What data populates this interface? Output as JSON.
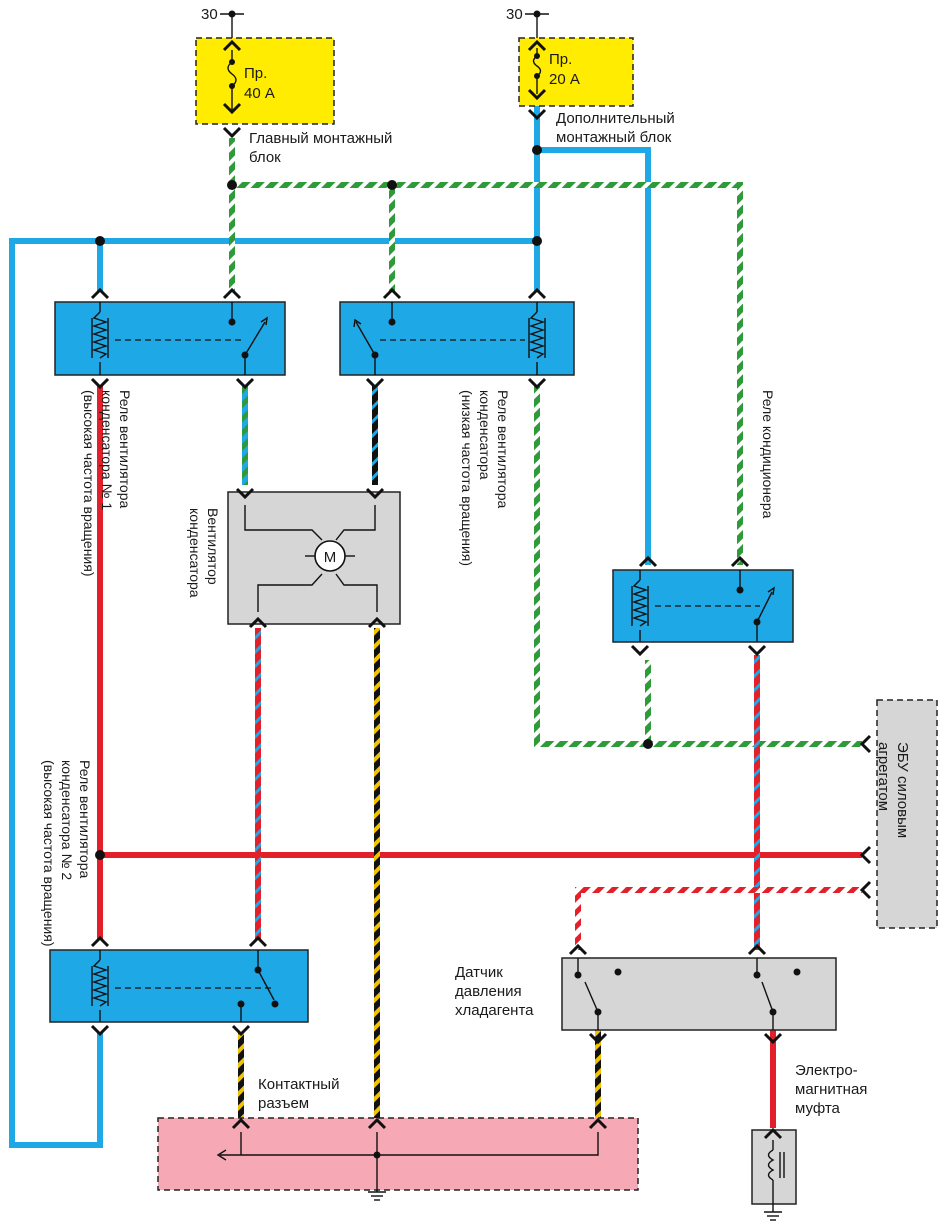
{
  "colors": {
    "blue": "#1ea8e6",
    "green": "#2e9a3a",
    "red": "#e3202a",
    "black": "#111111",
    "yellow": "#f2c400",
    "white": "#ffffff",
    "pink": "#f6a9b4",
    "gray": "#d6d6d6",
    "fuse_yellow": "#ffec00"
  },
  "supply": {
    "left_terminal": "30",
    "right_terminal": "30"
  },
  "fuses": {
    "main": {
      "line1": "Пр.",
      "line2": "40 А"
    },
    "aux": {
      "line1": "Пр.",
      "line2": "20 А"
    }
  },
  "blocks": {
    "main_line1": "Главный монтажный",
    "main_line2": "блок",
    "aux_line1": "Дополнительный",
    "aux_line2": "монтажный блок"
  },
  "relays": {
    "fan1_line1": "Реле вентилятора",
    "fan1_line2": "конденсатора № 1",
    "fan1_line3": "(высокая частота вращения)",
    "fan2_line1": "Реле вентилятора",
    "fan2_line2": "конденсатора № 2",
    "fan2_line3": "(высокая частота вращения)",
    "low_line1": "Реле вентилятора",
    "low_line2": "конденсатора",
    "low_line3": "(низкая частота вращения)",
    "ac": "Реле кондиционера"
  },
  "fan": {
    "line1": "Вентилятор",
    "line2": "конденсатора",
    "motor_symbol": "M"
  },
  "ecu": {
    "line1": "ЭБУ силовым",
    "line2": "агрегатом"
  },
  "sensor": {
    "line1": "Датчик",
    "line2": "давления",
    "line3": "хладагента"
  },
  "connector": {
    "line1": "Контактный",
    "line2": "разъем"
  },
  "clutch": {
    "line1": "Электро-",
    "line2": "магнитная",
    "line3": "муфта"
  }
}
